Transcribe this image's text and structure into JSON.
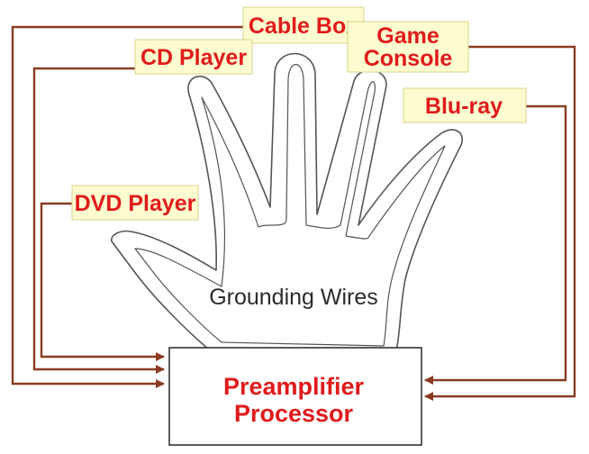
{
  "labels": {
    "cable_box": "Cable Box",
    "cd_player": "CD Player",
    "game_console_line1": "Game",
    "game_console_line2": "Console",
    "blu_ray": "Blu-ray",
    "dvd_player": "DVD Player",
    "processor_line1": "Preamplifier",
    "processor_line2": "Processor",
    "caption": "Grounding Wires"
  },
  "colors": {
    "wire": "#8b3b22",
    "label_text": "#e01b1b",
    "label_background": "#fdfbd0",
    "hand_outline": "#555555",
    "processor_border": "#333333"
  },
  "icons": {
    "hand": "hand-outline-icon",
    "arrow": "arrowhead-icon"
  }
}
